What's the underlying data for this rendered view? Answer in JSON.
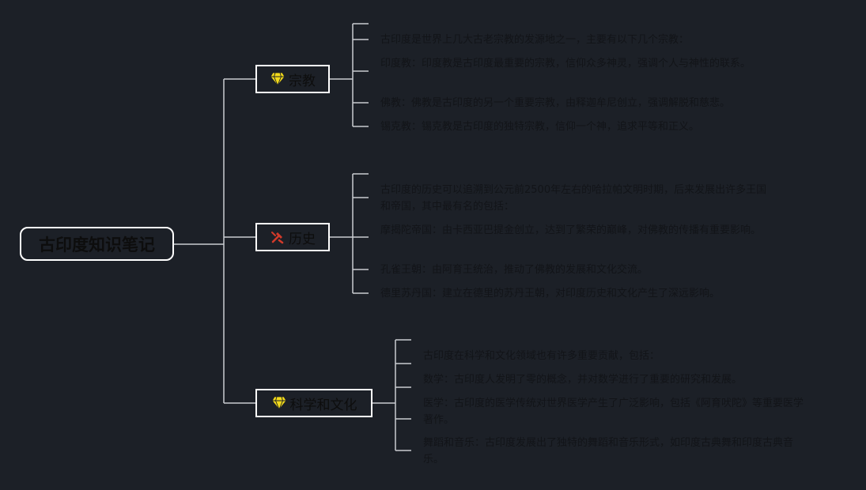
{
  "root": {
    "title": "古印度知识笔记"
  },
  "branches": [
    {
      "label": "宗教",
      "icon": "gem-icon",
      "leaves": [
        "古印度是世界上几大古老宗教的发源地之一，主要有以下几个宗教：",
        "印度教：印度教是古印度最重要的宗教，信仰众多神灵，强调个人与神性的联系。",
        "佛教：佛教是古印度的另一个重要宗教，由释迦牟尼创立，强调解脱和慈悲。",
        "锡克教：锡克教是古印度的独特宗教，信仰一个神，追求平等和正义。"
      ]
    },
    {
      "label": "历史",
      "icon": "tools-icon",
      "leaves": [
        "古印度的历史可以追溯到公元前2500年左右的哈拉帕文明时期，后来发展出许多王国和帝国，其中最有名的包括：",
        "摩揭陀帝国：由卡西亚巴提金创立，达到了繁荣的巅峰，对佛教的传播有重要影响。",
        "孔雀王朝：由阿育王统治，推动了佛教的发展和文化交流。",
        "德里苏丹国：建立在德里的苏丹王朝，对印度历史和文化产生了深远影响。"
      ]
    },
    {
      "label": "科学和文化",
      "icon": "gem-icon",
      "leaves": [
        "古印度在科学和文化领域也有许多重要贡献，包括：",
        "数学：古印度人发明了零的概念，并对数学进行了重要的研究和发展。",
        "医学：古印度的医学传统对世界医学产生了广泛影响，包括《阿育吠陀》等重要医学著作。",
        "舞蹈和音乐：古印度发展出了独特的舞蹈和音乐形式，如印度古典舞和印度古典音乐。"
      ]
    }
  ],
  "colors": {
    "background": "#1c2027",
    "line": "#c9ccd1",
    "gem": "#f2d91a",
    "tools": "#d23a2a"
  }
}
